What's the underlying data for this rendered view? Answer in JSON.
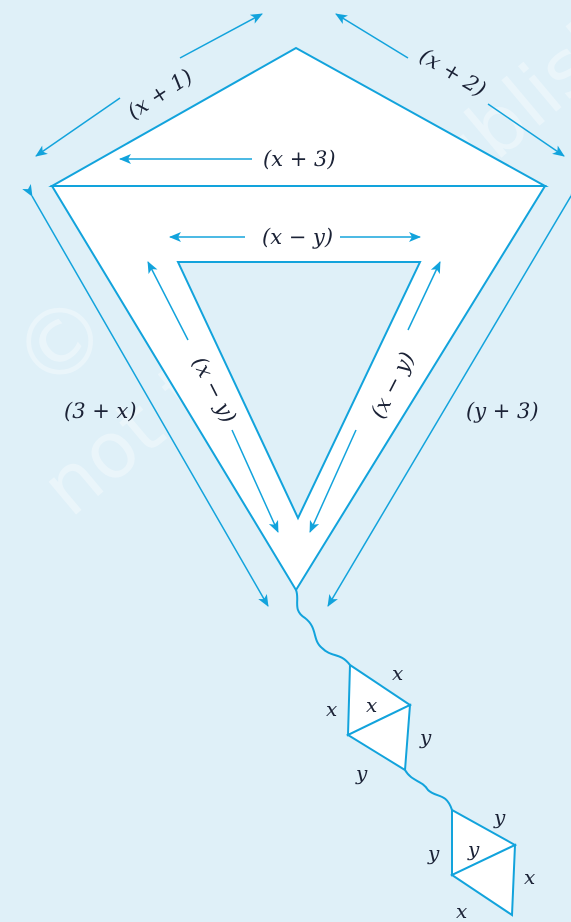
{
  "colors": {
    "background": "#dff0f8",
    "line": "#12a3dc",
    "fill": "#ffffff",
    "text": "#1b2236"
  },
  "watermark": {
    "line1": "© NCERT",
    "line2": "not to be republished"
  },
  "labels": {
    "top_left_side": "(x + 1)",
    "top_right_side": "(x + 2)",
    "top_base": "(x + 3)",
    "lower_left_side": "(3 + x)",
    "lower_right_side": "(y + 3)",
    "inner_top": "(x − y)",
    "inner_left": "(x − y)",
    "inner_right": "(x − y)",
    "tail_upper_x_top": "x",
    "tail_upper_x_left": "x",
    "tail_upper_x_inner": "x",
    "tail_upper_y_right": "y",
    "tail_upper_y_bottom": "y",
    "tail_lower_y_top": "y",
    "tail_lower_y_left": "y",
    "tail_lower_y_inner": "y",
    "tail_lower_x_right": "x",
    "tail_lower_x_bottom": "x"
  }
}
